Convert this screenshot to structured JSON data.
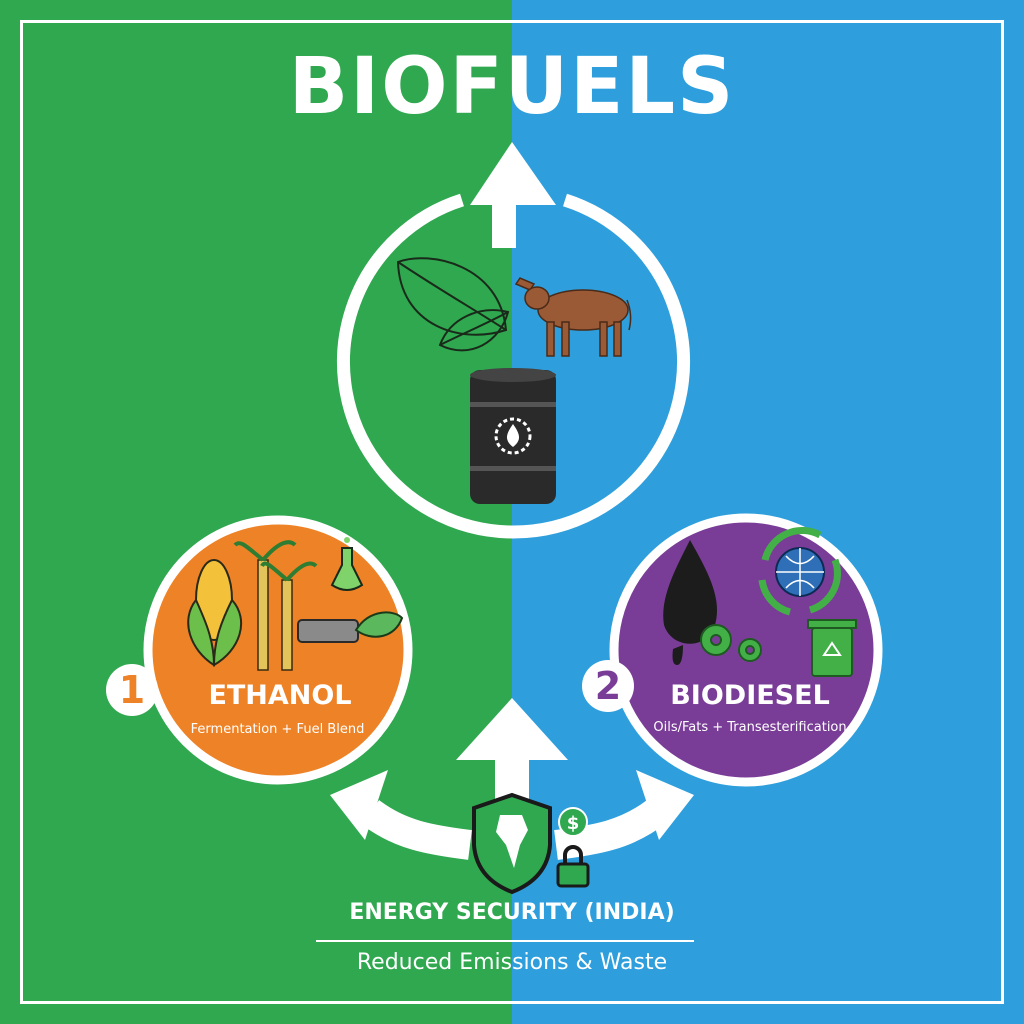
{
  "title": "BIOFUELS",
  "ethanol": {
    "number": "1",
    "title": "ETHANOL",
    "subtitle": "Fermentation + Fuel Blend"
  },
  "biodiesel": {
    "number": "2",
    "title": "BIODIESEL",
    "subtitle": "Oils/Fats + Transesterification"
  },
  "bottom": {
    "title": "ENERGY SECURITY (INDIA)",
    "subtitle": "Reduced Emissions & Waste",
    "currency_symbol": "$"
  },
  "icons": [
    "leaf-icon",
    "cow-icon",
    "oil-barrel-icon",
    "corn-icon",
    "sugarcane-icon",
    "flask-icon",
    "pipe-leaf-icon",
    "oil-drop-icon",
    "globe-recycle-icon",
    "gears-icon",
    "recycle-bin-icon",
    "india-shield-icon",
    "dollar-coin-icon",
    "padlock-icon"
  ],
  "colors": {
    "left_background": "#2fa84f",
    "right_background": "#2e9fdc",
    "ethanol_circle": "#ee8226",
    "biodiesel_circle": "#7a3d97",
    "text": "#ffffff"
  }
}
